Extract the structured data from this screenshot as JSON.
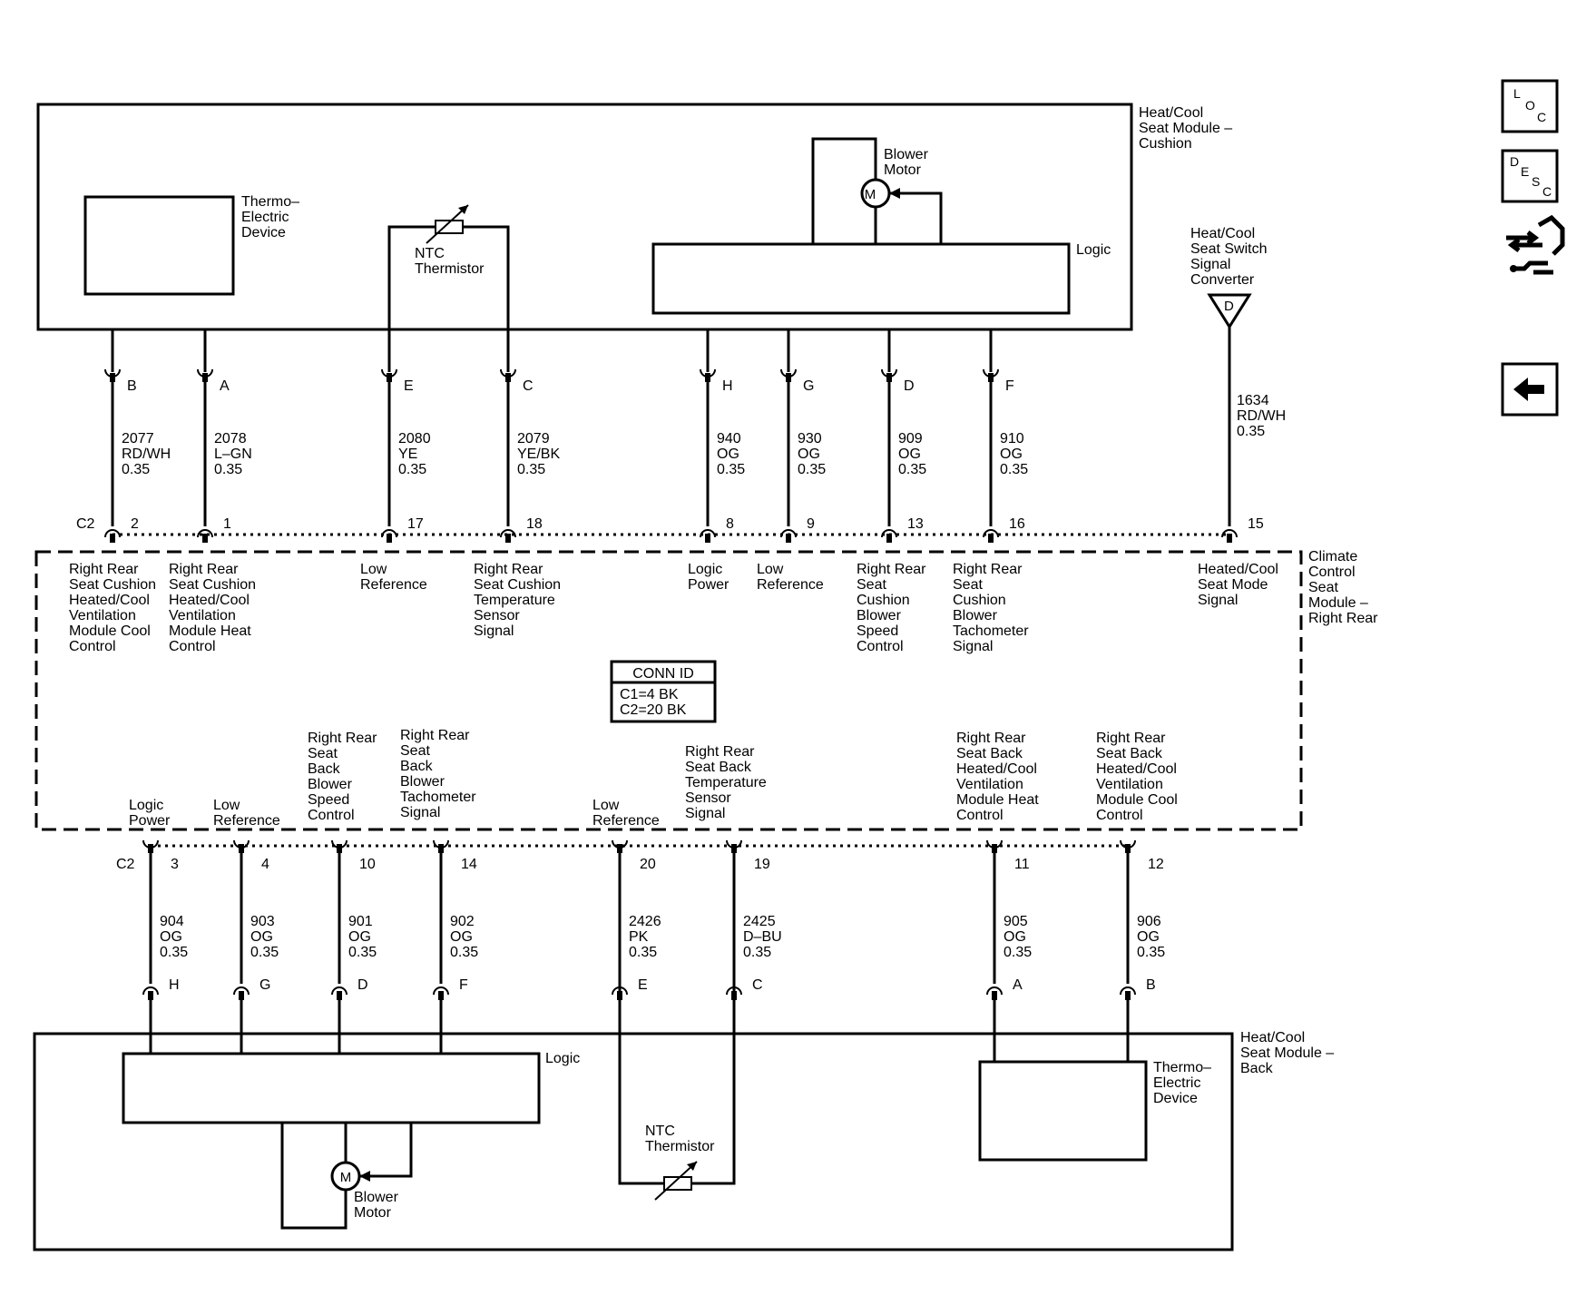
{
  "modules": {
    "cushion": {
      "line1": "Heat/Cool",
      "line2": "Seat Module –",
      "line3": "Cushion"
    },
    "back": {
      "line1": "Heat/Cool",
      "line2": "Seat Module –",
      "line3": "Back"
    },
    "ccsm": {
      "line1": "Climate",
      "line2": "Control",
      "line3": "Seat",
      "line4": "Module –",
      "line5": "Right Rear"
    }
  },
  "components": {
    "thermo_top": {
      "line1": "Thermo–",
      "line2": "Electric",
      "line3": "Device"
    },
    "thermo_bottom": {
      "line1": "Thermo–",
      "line2": "Electric",
      "line3": "Device"
    },
    "ntc_top": {
      "line1": "NTC",
      "line2": "Thermistor"
    },
    "ntc_bottom": {
      "line1": "NTC",
      "line2": "Thermistor"
    },
    "blower_top": {
      "line1": "Blower",
      "line2": "Motor",
      "symbol": "M"
    },
    "blower_bottom": {
      "line1": "Blower",
      "line2": "Motor",
      "symbol": "M"
    },
    "logic_top": "Logic",
    "logic_bottom": "Logic",
    "switch": {
      "line1": "Heat/Cool",
      "line2": "Seat Switch",
      "line3": "Signal",
      "line4": "Converter",
      "symbol": "D"
    }
  },
  "conn_id": {
    "title": "CONN ID",
    "line1": "C1=4 BK",
    "line2": "C2=20 BK"
  },
  "connectors": {
    "top": "C2",
    "bottom": "C2"
  },
  "top_circuits": [
    {
      "module_pin": "B",
      "circuit": "2077",
      "color": "RD/WH",
      "size": "0.35",
      "ccsm_pin": "2",
      "f1": "Right Rear",
      "f2": "Seat Cushion",
      "f3": "Heated/Cool",
      "f4": "Ventilation",
      "f5": "Module Cool",
      "f6": "Control"
    },
    {
      "module_pin": "A",
      "circuit": "2078",
      "color": "L–GN",
      "size": "0.35",
      "ccsm_pin": "1",
      "f1": "Right Rear",
      "f2": "Seat Cushion",
      "f3": "Heated/Cool",
      "f4": "Ventilation",
      "f5": "Module Heat",
      "f6": "Control"
    },
    {
      "module_pin": "E",
      "circuit": "2080",
      "color": "YE",
      "size": "0.35",
      "ccsm_pin": "17",
      "f1": "Low",
      "f2": "Reference"
    },
    {
      "module_pin": "C",
      "circuit": "2079",
      "color": "YE/BK",
      "size": "0.35",
      "ccsm_pin": "18",
      "f1": "Right Rear",
      "f2": "Seat Cushion",
      "f3": "Temperature",
      "f4": "Sensor",
      "f5": "Signal"
    },
    {
      "module_pin": "H",
      "circuit": "940",
      "color": "OG",
      "size": "0.35",
      "ccsm_pin": "8",
      "f1": "Logic",
      "f2": "Power"
    },
    {
      "module_pin": "G",
      "circuit": "930",
      "color": "OG",
      "size": "0.35",
      "ccsm_pin": "9",
      "f1": "Low",
      "f2": "Reference"
    },
    {
      "module_pin": "D",
      "circuit": "909",
      "color": "OG",
      "size": "0.35",
      "ccsm_pin": "13",
      "f1": "Right Rear",
      "f2": "Seat",
      "f3": "Cushion",
      "f4": "Blower",
      "f5": "Speed",
      "f6": "Control"
    },
    {
      "module_pin": "F",
      "circuit": "910",
      "color": "OG",
      "size": "0.35",
      "ccsm_pin": "16",
      "f1": "Right Rear",
      "f2": "Seat",
      "f3": "Cushion",
      "f4": "Blower",
      "f5": "Tachometer",
      "f6": "Signal"
    },
    {
      "circuit": "1634",
      "color": "RD/WH",
      "size": "0.35",
      "ccsm_pin": "15",
      "f1": "Heated/Cool",
      "f2": "Seat Mode",
      "f3": "Signal"
    }
  ],
  "bottom_circuits": [
    {
      "ccsm_pin": "3",
      "circuit": "904",
      "color": "OG",
      "size": "0.35",
      "module_pin": "H",
      "f1": "Logic",
      "f2": "Power"
    },
    {
      "ccsm_pin": "4",
      "circuit": "903",
      "color": "OG",
      "size": "0.35",
      "module_pin": "G",
      "f1": "Low",
      "f2": "Reference"
    },
    {
      "ccsm_pin": "10",
      "circuit": "901",
      "color": "OG",
      "size": "0.35",
      "module_pin": "D",
      "f1": "Right Rear",
      "f2": "Seat",
      "f3": "Back",
      "f4": "Blower",
      "f5": "Speed",
      "f6": "Control"
    },
    {
      "ccsm_pin": "14",
      "circuit": "902",
      "color": "OG",
      "size": "0.35",
      "module_pin": "F",
      "f1": "Right Rear",
      "f2": "Seat",
      "f3": "Back",
      "f4": "Blower",
      "f5": "Tachometer",
      "f6": "Signal"
    },
    {
      "ccsm_pin": "20",
      "circuit": "2426",
      "color": "PK",
      "size": "0.35",
      "module_pin": "E",
      "f1": "Low",
      "f2": "Reference"
    },
    {
      "ccsm_pin": "19",
      "circuit": "2425",
      "color": "D–BU",
      "size": "0.35",
      "module_pin": "C",
      "f1": "Right Rear",
      "f2": "Seat Back",
      "f3": "Temperature",
      "f4": "Sensor",
      "f5": "Signal"
    },
    {
      "ccsm_pin": "11",
      "circuit": "905",
      "color": "OG",
      "size": "0.35",
      "module_pin": "A",
      "f1": "Right Rear",
      "f2": "Seat Back",
      "f3": "Heated/Cool",
      "f4": "Ventilation",
      "f5": "Module Heat",
      "f6": "Control"
    },
    {
      "ccsm_pin": "12",
      "circuit": "906",
      "color": "OG",
      "size": "0.35",
      "module_pin": "B",
      "f1": "Right Rear",
      "f2": "Seat Back",
      "f3": "Heated/Cool",
      "f4": "Ventilation",
      "f5": "Module Cool",
      "f6": "Control"
    }
  ],
  "nav": {
    "loc": {
      "c1": "L",
      "c2": "O",
      "c3": "C"
    },
    "desc": {
      "c1": "D",
      "c2": "E",
      "c3": "S",
      "c4": "C"
    },
    "connector_icon": "connector-icon",
    "back_icon": "back-arrow-icon"
  }
}
